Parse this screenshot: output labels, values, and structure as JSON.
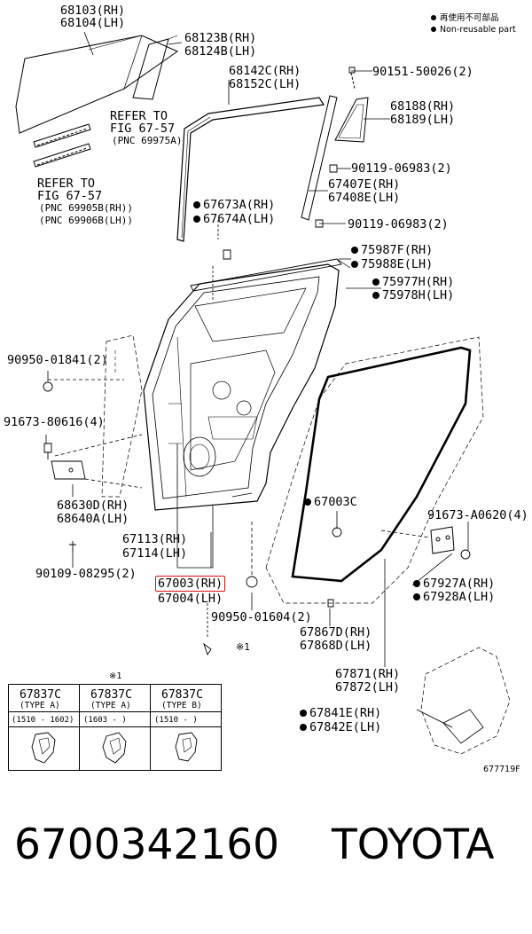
{
  "legend": {
    "line1": "再使用不可部品",
    "line2": "Non-reusable part"
  },
  "labels": {
    "l68103": "68103(RH)",
    "l68104": "68104(LH)",
    "l68123B": "68123B(RH)",
    "l68124B": "68124B(LH)",
    "l68142C": "68142C(RH)",
    "l68152C": "68152C(LH)",
    "l90151": "90151-50026(2)",
    "refer1_a": "REFER TO",
    "refer1_b": "FIG 67-57",
    "refer1_c": "(PNC 69975A)",
    "l68188": "68188(RH)",
    "l68189": "68189(LH)",
    "l90119a": "90119-06983(2)",
    "l67407E": "67407E(RH)",
    "l67408E": "67408E(LH)",
    "refer2_a": "REFER TO",
    "refer2_b": "FIG 67-57",
    "refer2_c": "(PNC 69905B(RH))",
    "refer2_d": "(PNC 69906B(LH))",
    "l67673A": "67673A(RH)",
    "l67674A": "67674A(LH)",
    "l90119b": "90119-06983(2)",
    "l75987F": "75987F(RH)",
    "l75988E": "75988E(LH)",
    "l75977H": "75977H(RH)",
    "l75978H": "75978H(LH)",
    "l90950a": "90950-01841(2)",
    "l91673a": "91673-80616(4)",
    "l68630D": "68630D(RH)",
    "l68640A": "68640A(LH)",
    "l67113": "67113(RH)",
    "l67114": "67114(LH)",
    "l90109": "90109-08295(2)",
    "l67003RH": "67003(RH)",
    "l67004": "67004(LH)",
    "l90950b": "90950-01604(2)",
    "l67003C": "67003C",
    "l91673b": "91673-A0620(4)",
    "l67927A": "67927A(RH)",
    "l67928A": "67928A(LH)",
    "l67867D": "67867D(RH)",
    "l67868D": "67868D(LH)",
    "l67871": "67871(RH)",
    "l67872": "67872(LH)",
    "l67841E": "67841E(RH)",
    "l67842E": "67842E(LH)",
    "star1": "※1"
  },
  "table": {
    "note": "※1",
    "cols": [
      {
        "code": "67837C",
        "type": "(TYPE A)",
        "range": "(1510 - 1602)"
      },
      {
        "code": "67837C",
        "type": "(TYPE A)",
        "range": "(1603 -       )"
      },
      {
        "code": "67837C",
        "type": "(TYPE B)",
        "range": "(1510 -      )"
      }
    ]
  },
  "figure_id": "677719F",
  "footer": {
    "part_number": "6700342160",
    "brand": "TOYOTA"
  }
}
